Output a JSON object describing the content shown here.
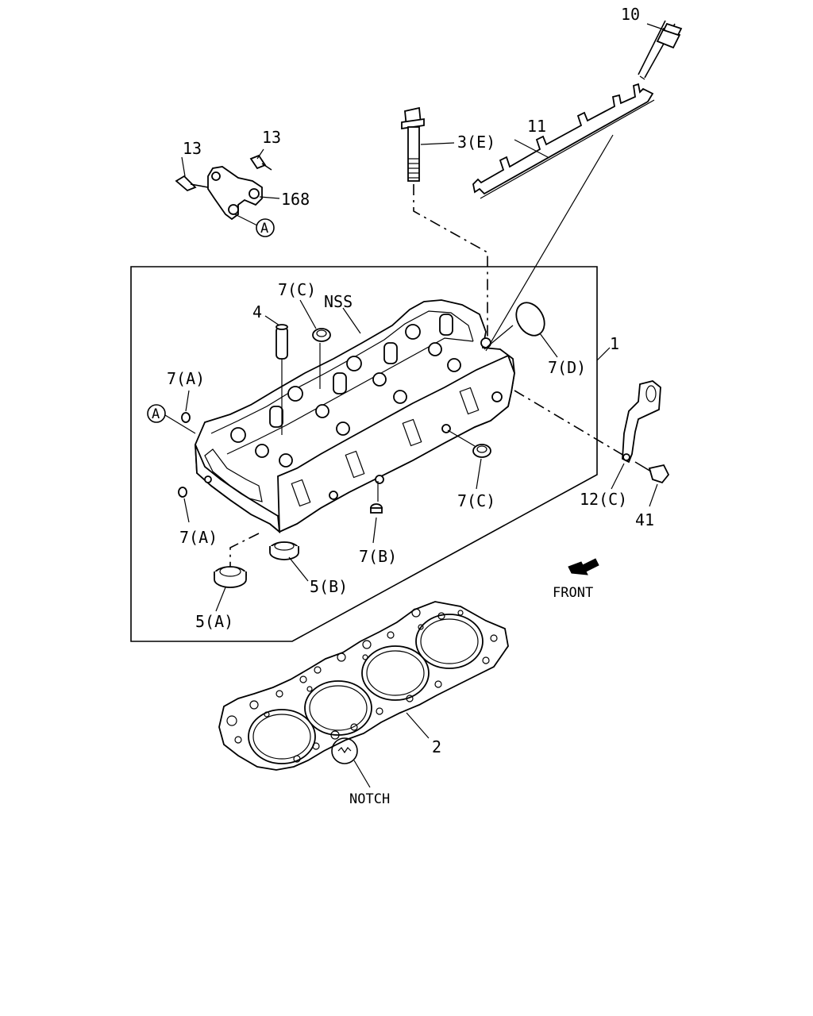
{
  "labels": {
    "p10": "10",
    "p11": "11",
    "p3e": "3(E)",
    "p13a": "13",
    "p13b": "13",
    "p168": "168",
    "circleA_top": "A",
    "p7c_top": "7(C)",
    "nss": "NSS",
    "p4": "4",
    "p7a_top": "7(A)",
    "circleA_left": "A",
    "p1": "1",
    "p7d": "7(D)",
    "p12c": "12(C)",
    "p41": "41",
    "p7c_mid": "7(C)",
    "p7a_bot": "7(A)",
    "p7b": "7(B)",
    "p5b": "5(B)",
    "p5a": "5(A)",
    "front": "FRONT",
    "p2": "2",
    "notch": "NOTCH"
  }
}
